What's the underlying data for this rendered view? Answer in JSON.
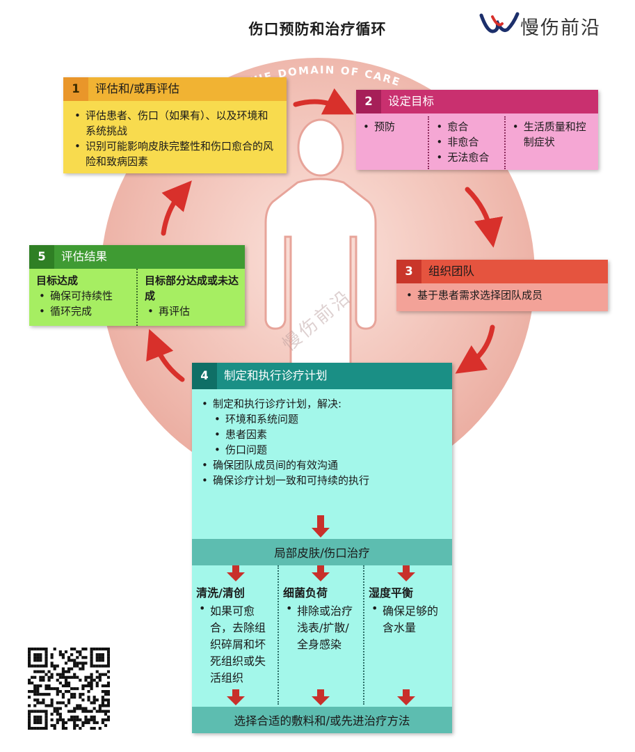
{
  "title": "伤口预防和治疗循环",
  "logo": {
    "text": "慢伤前沿"
  },
  "circle": {
    "arc_text": "THE DOMAIN OF CARE"
  },
  "watermark": "慢伤前沿",
  "box1": {
    "number": "1",
    "title": "评估和/或再评估",
    "items": [
      "评估患者、伤口（如果有）、以及环境和系统挑战",
      "识别可能影响皮肤完整性和伤口愈合的风险和致病因素"
    ]
  },
  "box2": {
    "number": "2",
    "title": "设定目标",
    "col1": [
      "预防"
    ],
    "col2": [
      "愈合",
      "非愈合",
      "无法愈合"
    ],
    "col3": [
      "生活质量和控制症状"
    ]
  },
  "box3": {
    "number": "3",
    "title": "组织团队",
    "items": [
      "基于患者需求选择团队成员"
    ]
  },
  "box4": {
    "number": "4",
    "title": "制定和执行诊疗计划",
    "item1": "制定和执行诊疗计划，解决:",
    "sub_items": [
      "环境和系统问题",
      "患者因素",
      "伤口问题"
    ],
    "item2": "确保团队成员间的有效沟通",
    "item3": "确保诊疗计划一致和可持续的执行",
    "local_care": "局部皮肤/伤口治疗",
    "cleansing": {
      "title": "清洗/清创",
      "text": "如果可愈合，去除组织碎屑和坏死组织或失活组织"
    },
    "bacteria": {
      "title": "细菌负荷",
      "text": "排除或治疗浅表/扩散/全身感染"
    },
    "moisture": {
      "title": "湿度平衡",
      "text": "确保足够的含水量"
    },
    "dressing": "选择合适的敷料和/或先进治疗方法"
  },
  "box5": {
    "number": "5",
    "title": "评估结果",
    "col1_title": "目标达成",
    "col1_items": [
      "确保可持续性",
      "循环完成"
    ],
    "col2_title": "目标部分达成或未达成",
    "col2_items": [
      "再评估"
    ]
  },
  "colors": {
    "box1": "#f8db4e",
    "box2": "#f5a7d4",
    "box3": "#f3a298",
    "box4": "#a3f7ea",
    "box5": "#a6ee62",
    "arrow": "#d8302b",
    "circle": "#f0bcb1"
  }
}
